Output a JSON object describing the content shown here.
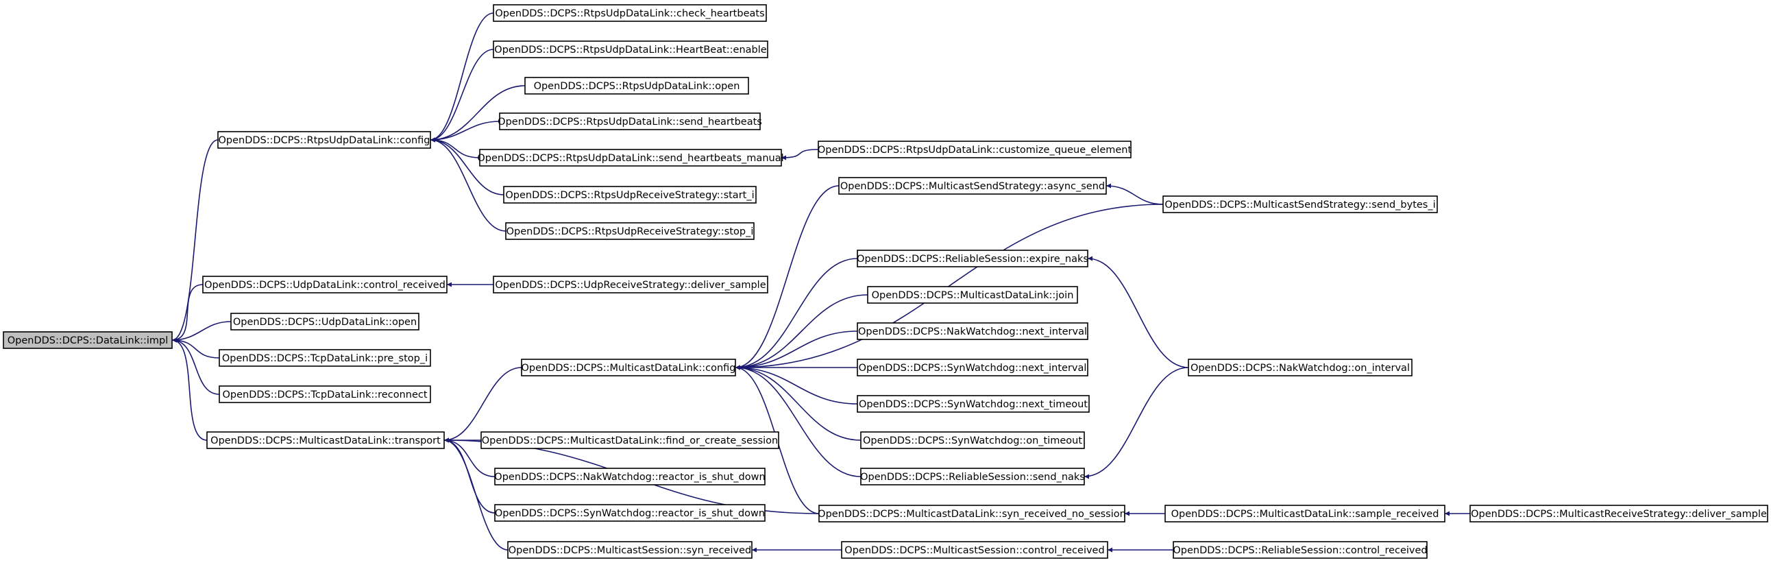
{
  "nodes": [
    {
      "id": "n0",
      "label": "OpenDDS::DCPS::DataLink::impl",
      "root": true
    },
    {
      "id": "n1",
      "label": "OpenDDS::DCPS::RtpsUdpDataLink::config"
    },
    {
      "id": "n2",
      "label": "OpenDDS::DCPS::RtpsUdpDataLink::check_heartbeats"
    },
    {
      "id": "n3",
      "label": "OpenDDS::DCPS::RtpsUdpDataLink::HeartBeat::enable"
    },
    {
      "id": "n4",
      "label": "OpenDDS::DCPS::RtpsUdpDataLink::open"
    },
    {
      "id": "n5",
      "label": "OpenDDS::DCPS::RtpsUdpDataLink::send_heartbeats"
    },
    {
      "id": "n6",
      "label": "OpenDDS::DCPS::RtpsUdpDataLink::send_heartbeats_manual"
    },
    {
      "id": "n7",
      "label": "OpenDDS::DCPS::RtpsUdpDataLink::customize_queue_element"
    },
    {
      "id": "n8",
      "label": "OpenDDS::DCPS::RtpsUdpReceiveStrategy::start_i"
    },
    {
      "id": "n9",
      "label": "OpenDDS::DCPS::RtpsUdpReceiveStrategy::stop_i"
    },
    {
      "id": "n10",
      "label": "OpenDDS::DCPS::UdpDataLink::control_received"
    },
    {
      "id": "n11",
      "label": "OpenDDS::DCPS::UdpReceiveStrategy::deliver_sample"
    },
    {
      "id": "n12",
      "label": "OpenDDS::DCPS::UdpDataLink::open"
    },
    {
      "id": "n13",
      "label": "OpenDDS::DCPS::TcpDataLink::pre_stop_i"
    },
    {
      "id": "n14",
      "label": "OpenDDS::DCPS::TcpDataLink::reconnect"
    },
    {
      "id": "n15",
      "label": "OpenDDS::DCPS::MulticastDataLink::transport"
    },
    {
      "id": "n16",
      "label": "OpenDDS::DCPS::MulticastDataLink::config"
    },
    {
      "id": "n17",
      "label": "OpenDDS::DCPS::MulticastSendStrategy::async_send"
    },
    {
      "id": "n18",
      "label": "OpenDDS::DCPS::MulticastSendStrategy::send_bytes_i"
    },
    {
      "id": "n19",
      "label": "OpenDDS::DCPS::ReliableSession::expire_naks"
    },
    {
      "id": "n20",
      "label": "OpenDDS::DCPS::NakWatchdog::on_interval"
    },
    {
      "id": "n21",
      "label": "OpenDDS::DCPS::MulticastDataLink::join"
    },
    {
      "id": "n22",
      "label": "OpenDDS::DCPS::NakWatchdog::next_interval"
    },
    {
      "id": "n23",
      "label": "OpenDDS::DCPS::SynWatchdog::next_interval"
    },
    {
      "id": "n24",
      "label": "OpenDDS::DCPS::SynWatchdog::next_timeout"
    },
    {
      "id": "n25",
      "label": "OpenDDS::DCPS::SynWatchdog::on_timeout"
    },
    {
      "id": "n26",
      "label": "OpenDDS::DCPS::ReliableSession::send_naks"
    },
    {
      "id": "n27",
      "label": "OpenDDS::DCPS::MulticastDataLink::syn_received_no_session"
    },
    {
      "id": "n28",
      "label": "OpenDDS::DCPS::MulticastDataLink::sample_received"
    },
    {
      "id": "n29",
      "label": "OpenDDS::DCPS::MulticastReceiveStrategy::deliver_sample"
    },
    {
      "id": "n30",
      "label": "OpenDDS::DCPS::MulticastDataLink::find_or_create_session"
    },
    {
      "id": "n31",
      "label": "OpenDDS::DCPS::NakWatchdog::reactor_is_shut_down"
    },
    {
      "id": "n32",
      "label": "OpenDDS::DCPS::SynWatchdog::reactor_is_shut_down"
    },
    {
      "id": "n33",
      "label": "OpenDDS::DCPS::MulticastSession::syn_received"
    },
    {
      "id": "n34",
      "label": "OpenDDS::DCPS::MulticastSession::control_received"
    },
    {
      "id": "n35",
      "label": "OpenDDS::DCPS::ReliableSession::control_received"
    }
  ],
  "edges": [
    {
      "from": "n1",
      "to": "n0"
    },
    {
      "from": "n10",
      "to": "n0"
    },
    {
      "from": "n12",
      "to": "n0"
    },
    {
      "from": "n13",
      "to": "n0"
    },
    {
      "from": "n14",
      "to": "n0"
    },
    {
      "from": "n15",
      "to": "n0"
    },
    {
      "from": "n2",
      "to": "n1"
    },
    {
      "from": "n3",
      "to": "n1"
    },
    {
      "from": "n4",
      "to": "n1"
    },
    {
      "from": "n5",
      "to": "n1"
    },
    {
      "from": "n6",
      "to": "n1"
    },
    {
      "from": "n8",
      "to": "n1"
    },
    {
      "from": "n9",
      "to": "n1"
    },
    {
      "from": "n7",
      "to": "n6"
    },
    {
      "from": "n11",
      "to": "n10"
    },
    {
      "from": "n16",
      "to": "n15"
    },
    {
      "from": "n27",
      "to": "n15"
    },
    {
      "from": "n30",
      "to": "n15"
    },
    {
      "from": "n31",
      "to": "n15"
    },
    {
      "from": "n32",
      "to": "n15"
    },
    {
      "from": "n33",
      "to": "n15"
    },
    {
      "from": "n17",
      "to": "n16"
    },
    {
      "from": "n18",
      "to": "n16"
    },
    {
      "from": "n19",
      "to": "n16"
    },
    {
      "from": "n21",
      "to": "n16"
    },
    {
      "from": "n22",
      "to": "n16"
    },
    {
      "from": "n23",
      "to": "n16"
    },
    {
      "from": "n24",
      "to": "n16"
    },
    {
      "from": "n25",
      "to": "n16"
    },
    {
      "from": "n26",
      "to": "n16"
    },
    {
      "from": "n27",
      "to": "n16"
    },
    {
      "from": "n18",
      "to": "n17"
    },
    {
      "from": "n20",
      "to": "n19"
    },
    {
      "from": "n20",
      "to": "n26"
    },
    {
      "from": "n28",
      "to": "n27"
    },
    {
      "from": "n29",
      "to": "n28"
    },
    {
      "from": "n34",
      "to": "n33"
    },
    {
      "from": "n35",
      "to": "n34"
    }
  ]
}
